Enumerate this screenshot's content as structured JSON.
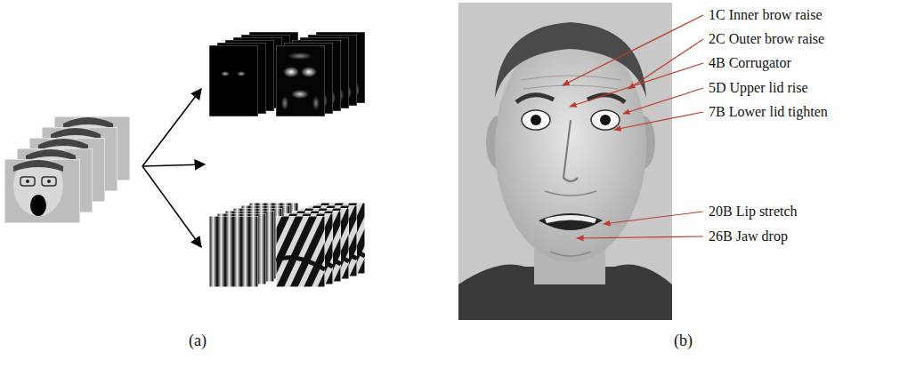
{
  "diagram": {
    "labels": [
      "1C Inner brow raise",
      "2C Outer brow raise",
      "4B Corrugator",
      "5D Upper lid rise",
      "7B Lower lid tighten",
      "20B Lip stretch",
      "26B Jaw drop",
      "(a)",
      "(b)"
    ]
  }
}
